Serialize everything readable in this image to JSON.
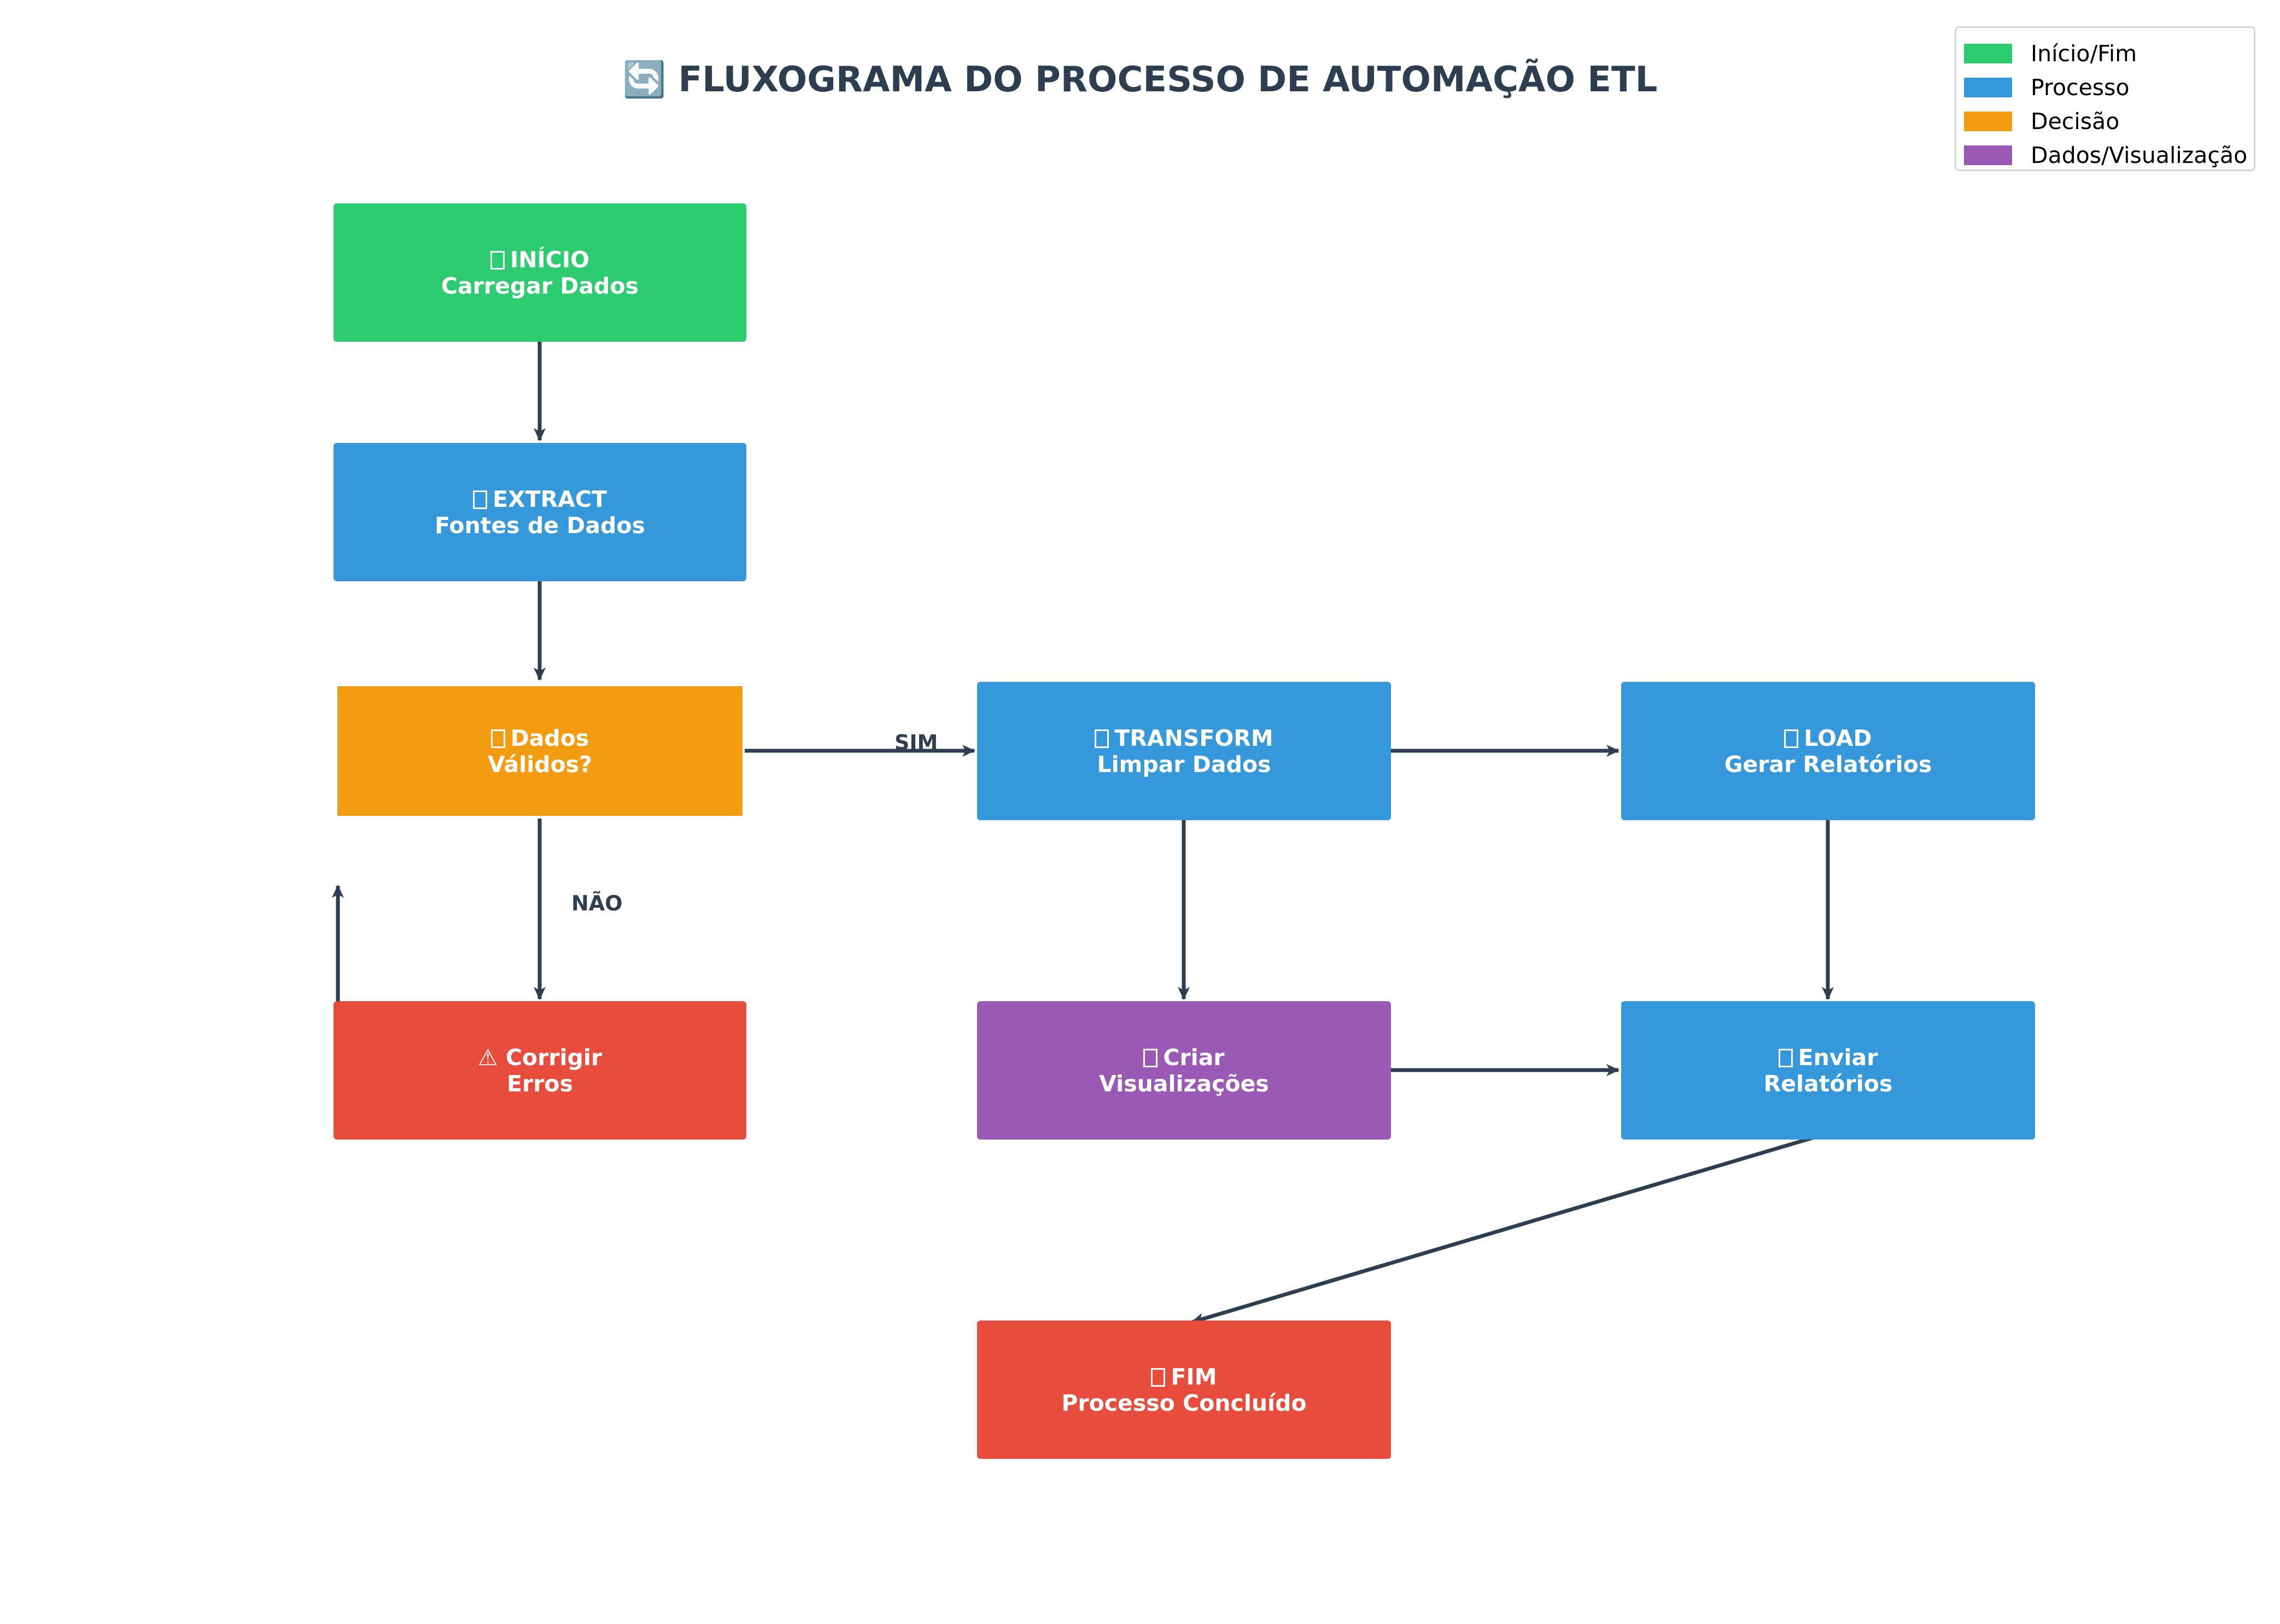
{
  "title": "🔄 FLUXOGRAMA DO PROCESSO DE AUTOMAÇÃO ETL",
  "colors": {
    "start_end": "#2ecc71",
    "process": "#3498db",
    "decision": "#f39c12",
    "data_viz": "#9b59b6",
    "error": "#e74c3c",
    "edge": "#2c3e50"
  },
  "legend": [
    {
      "label": "Início/Fim",
      "color": "#2ecc71"
    },
    {
      "label": "Processo",
      "color": "#3498db"
    },
    {
      "label": "Decisão",
      "color": "#f39c12"
    },
    {
      "label": "Dados/Visualização",
      "color": "#9b59b6"
    }
  ],
  "nodes": {
    "inicio": {
      "line1": "INÍCIO",
      "line2": "Carregar Dados",
      "color": "#2ecc71"
    },
    "extract": {
      "line1": "EXTRACT",
      "line2": "Fontes de Dados",
      "color": "#3498db"
    },
    "decision": {
      "line1": "Dados",
      "line2": "Válidos?",
      "color": "#f39c12"
    },
    "transform": {
      "line1": "TRANSFORM",
      "line2": "Limpar Dados",
      "color": "#3498db"
    },
    "load": {
      "line1": "LOAD",
      "line2": "Gerar Relatórios",
      "color": "#3498db"
    },
    "corrigir": {
      "line1": "⚠ Corrigir",
      "line2": "Erros",
      "color": "#e74c3c"
    },
    "criar": {
      "line1": "Criar",
      "line2": "Visualizações",
      "color": "#9b59b6"
    },
    "enviar": {
      "line1": "Enviar",
      "line2": "Relatórios",
      "color": "#3498db"
    },
    "fim": {
      "line1": "FIM",
      "line2": "Processo Concluído",
      "color": "#e74c3c"
    }
  },
  "edge_labels": {
    "yes": "SIM",
    "no": "NÃO"
  }
}
